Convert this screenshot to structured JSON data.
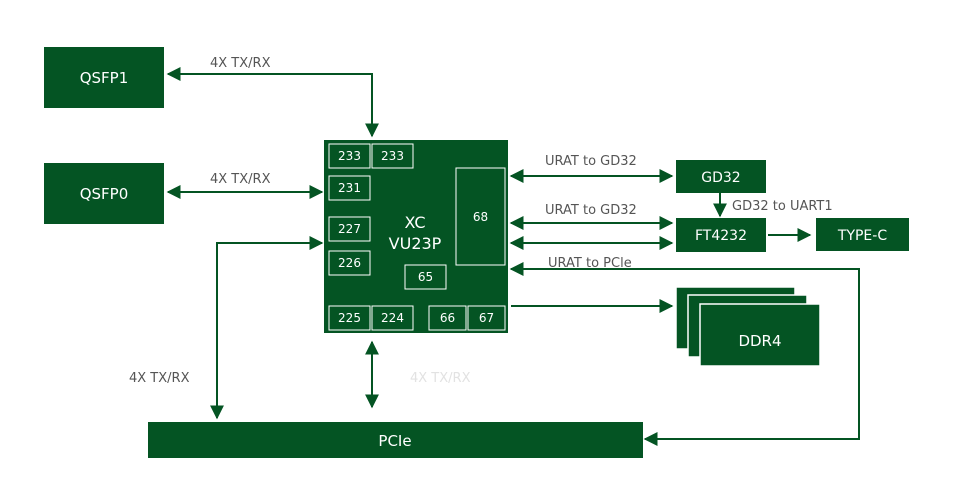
{
  "colors": {
    "block_fill": "#045423",
    "block_stroke": "#ffffff",
    "line": "#045423",
    "label_text": "#555555",
    "faint_label_text": "#e2e2e2"
  },
  "blocks": {
    "qsfp1": "QSFP1",
    "qsfp0": "QSFP0",
    "fpga_line1": "XC",
    "fpga_line2": "VU23P",
    "gd32": "GD32",
    "ft4232": "FT4232",
    "typec": "TYPE-C",
    "ddr4": "DDR4",
    "pcie": "PCIe"
  },
  "banks": {
    "b233a": "233",
    "b233b": "233",
    "b231": "231",
    "b227": "227",
    "b226": "226",
    "b225": "225",
    "b224": "224",
    "b66": "66",
    "b67": "67",
    "b65": "65",
    "b68": "68"
  },
  "labels": {
    "qsfp1_link": "4X TX/RX",
    "qsfp0_link": "4X TX/RX",
    "gd32_link": "URAT to GD32",
    "ft4232_link": "URAT to GD32",
    "gd32_to_ft": "GD32 to UART1",
    "pcie_uart": "URAT to PCle",
    "pcie_left": "4X TX/RX",
    "pcie_center": "4X TX/RX"
  }
}
